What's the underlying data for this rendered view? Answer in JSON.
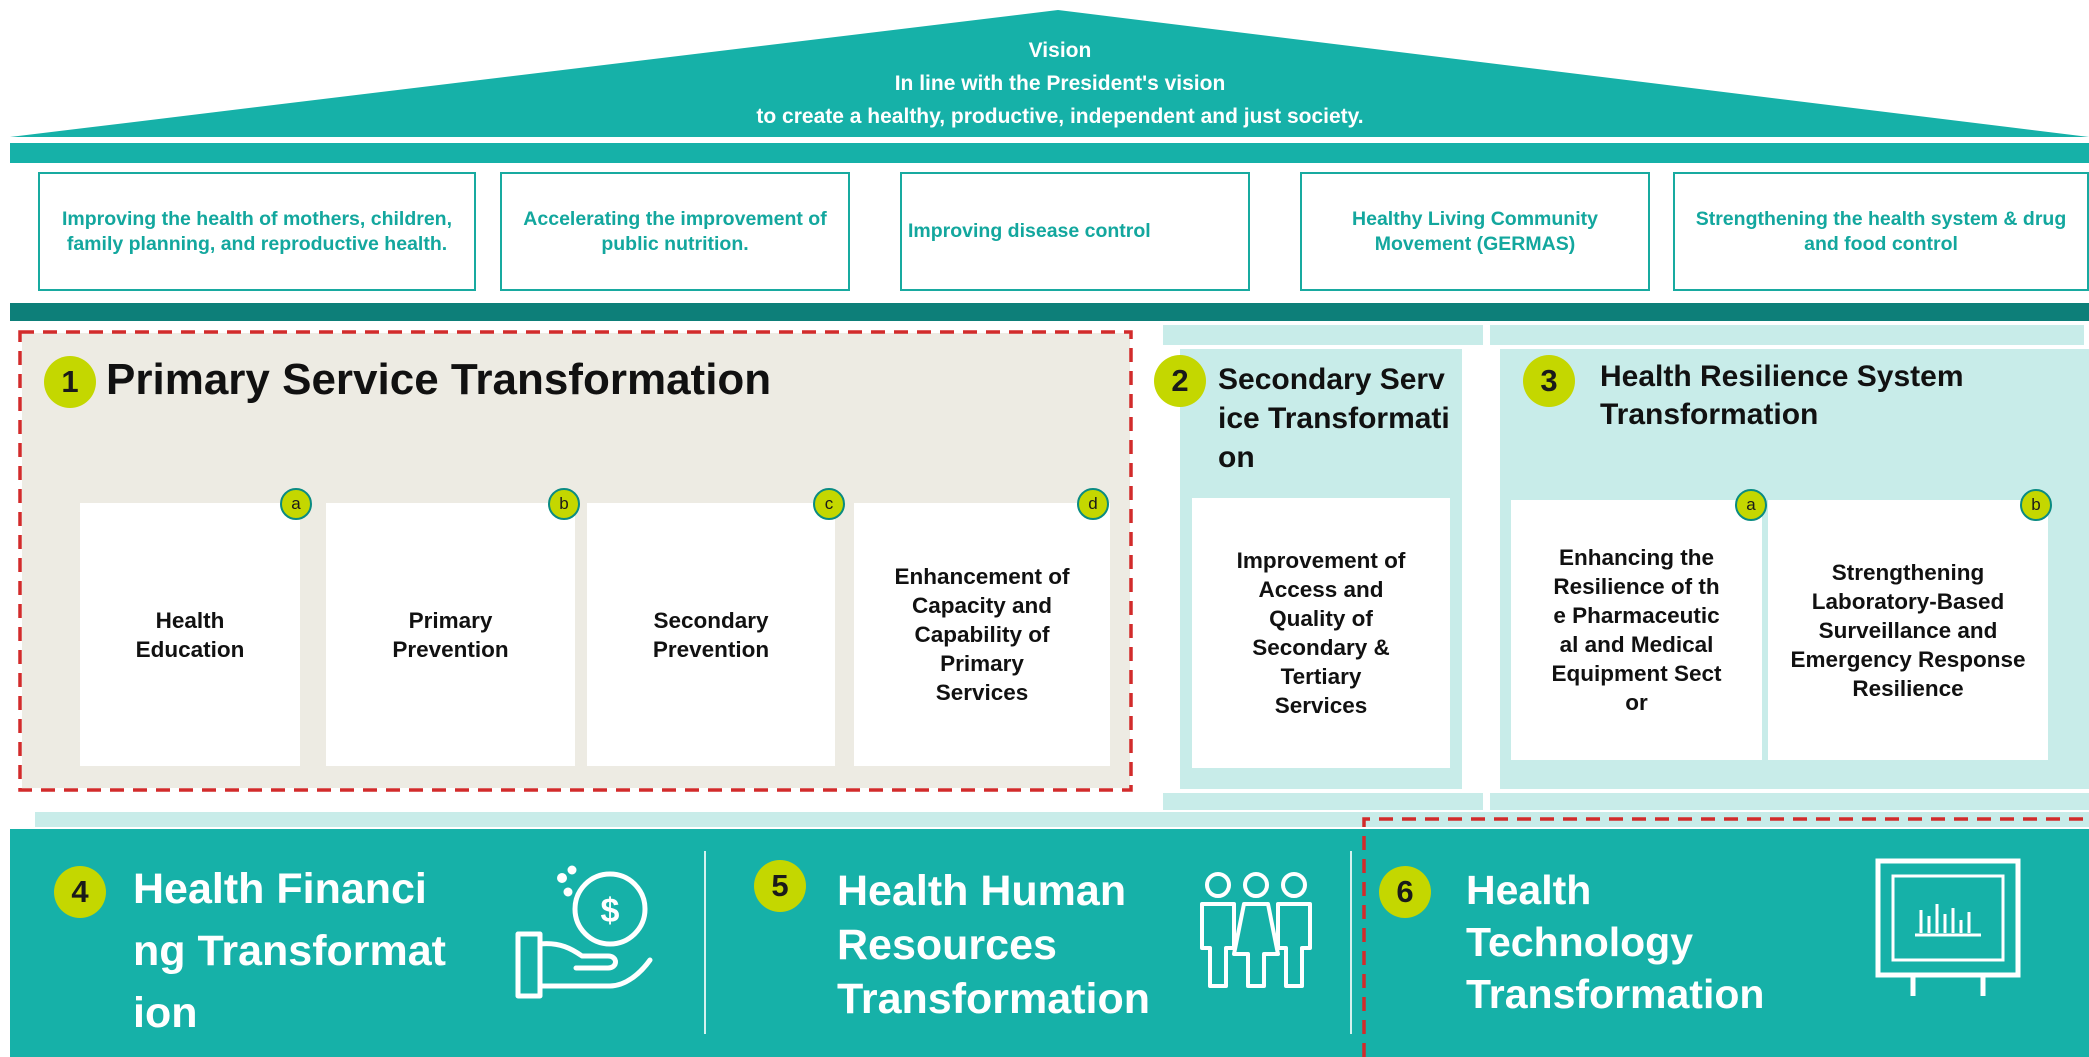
{
  "colors": {
    "teal": "#16b1a8",
    "dark_teal": "#0d7f79",
    "light_teal": "#c8ece9",
    "beige": "#edebe3",
    "lime": "#c4d700",
    "red_dash": "#d22b2b"
  },
  "vision": {
    "title": "Vision",
    "line1": "In line with the President's vision",
    "line2": "to create a healthy, productive, independent and just society."
  },
  "goals": [
    "Improving the health of mothers, children, family planning, and reproductive health.",
    "Accelerating the improvement of public nutrition.",
    "Improving disease control",
    "Healthy Living Community Movement (GERMAS)",
    "Strengthening the health system & drug and food control"
  ],
  "pillars": {
    "p1": {
      "number": "1",
      "title": "Primary Service Transformation",
      "items": [
        {
          "letter": "a",
          "label": "Health Education"
        },
        {
          "letter": "b",
          "label": "Primary Prevention"
        },
        {
          "letter": "c",
          "label": "Secondary Prevention"
        },
        {
          "letter": "d",
          "label": "Enhancement of Capacity and Capability of Primary Services"
        }
      ]
    },
    "p2": {
      "number": "2",
      "title": "Secondary Service Transformation",
      "items": [
        {
          "label": "Improvement of Access and Quality of Secondary & Tertiary Services"
        }
      ]
    },
    "p3": {
      "number": "3",
      "title": "Health Resilience System Transformation",
      "items": [
        {
          "letter": "a",
          "label": "Enhancing the Resilience of the Pharmaceutical and Medical Equipment Sector"
        },
        {
          "letter": "b",
          "label": "Strengthening Laboratory-Based Surveillance and Emergency Response Resilience"
        }
      ]
    },
    "p4": {
      "number": "4",
      "title": "Health Financing Transformation",
      "icon": "hand-coin-icon"
    },
    "p5": {
      "number": "5",
      "title": "Health Human Resources Transformation",
      "icon": "people-group-icon"
    },
    "p6": {
      "number": "6",
      "title": "Health Technology Transformation",
      "icon": "monitor-chart-icon"
    }
  }
}
